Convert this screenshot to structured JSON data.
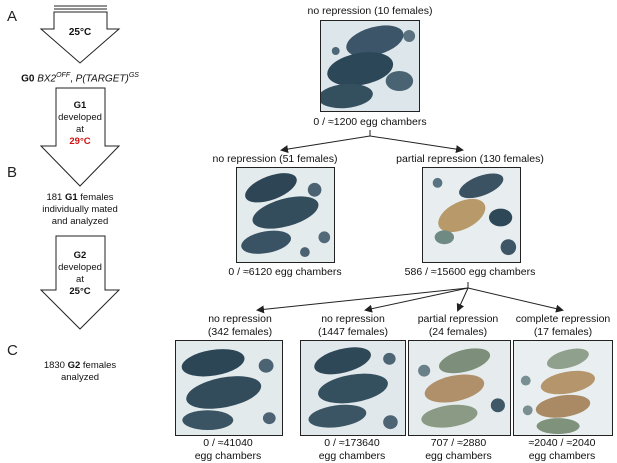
{
  "panel_labels": [
    "A",
    "B",
    "C"
  ],
  "gen0": {
    "temp": "25°C",
    "label_bold": "G0",
    "label_italic": "BX2",
    "label_italic_sup": "OFF",
    "label_sep": ", ",
    "label_italic2": "P(TARGET)",
    "label_italic2_sup": "GS"
  },
  "gen1": {
    "name": "G1",
    "line2": "developed",
    "line3": "at",
    "temp": "29°C",
    "summary_pre": "181 ",
    "summary_bold": "G1",
    "summary_post": " females",
    "summary_line2": "individually mated",
    "summary_line3": "and analyzed"
  },
  "gen2": {
    "name": "G2",
    "line2": "developed",
    "line3": "at",
    "temp": "25°C",
    "summary_pre": "1830 ",
    "summary_bold": "G2",
    "summary_post": " females",
    "summary_line2": "analyzed"
  },
  "top": {
    "title": "no repression (10 females)",
    "count": "0 / ≈1200 egg chambers"
  },
  "middle": [
    {
      "title": "no repression (51 females)",
      "count": "0 / ≈6120 egg chambers"
    },
    {
      "title": "partial repression (130 females)",
      "count": "586 / ≈15600 egg chambers"
    }
  ],
  "bottom": [
    {
      "title1": "no repression",
      "title2": "(342 females)",
      "count1": "0 / ≈41040",
      "count2": "egg chambers"
    },
    {
      "title1": "no repression",
      "title2": "(1447 females)",
      "count1": "0 / ≈173640",
      "count2": "egg chambers"
    },
    {
      "title1": "partial repression",
      "title2": "(24 females)",
      "count1": "707 / ≈2880",
      "count2": "egg chambers"
    },
    {
      "title1": "complete repression",
      "title2": "(17 females)",
      "count1": "≈2040 / ≈2040",
      "count2": "egg chambers"
    }
  ]
}
